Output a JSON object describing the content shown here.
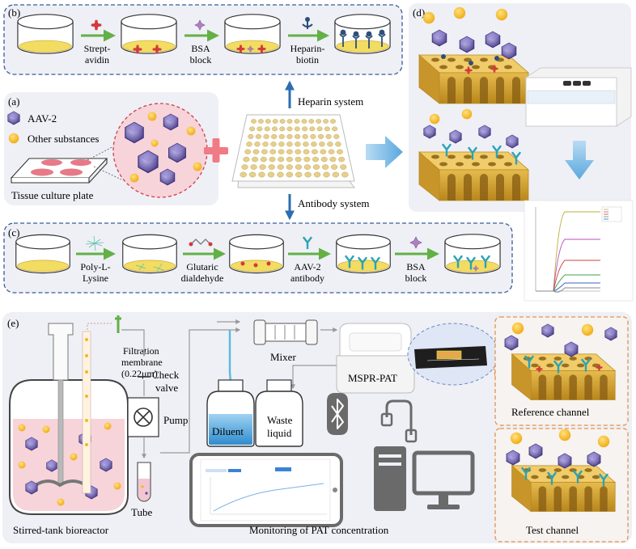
{
  "panels": {
    "a": {
      "label": "(a)",
      "legend_aav": "AAV-2",
      "legend_other": "Other substances",
      "plate_caption": "Tissue culture plate"
    },
    "b": {
      "label": "(b)",
      "steps": [
        {
          "line1": "Strept-",
          "line2": "avidin"
        },
        {
          "line1": "BSA",
          "line2": "block"
        },
        {
          "line1": "Heparin-",
          "line2": "biotin"
        }
      ]
    },
    "c": {
      "label": "(c)",
      "steps": [
        {
          "line1": "Poly-L-",
          "line2": "Lysine"
        },
        {
          "line1": "Glutaric",
          "line2": "dialdehyde"
        },
        {
          "line1": "AAV-2",
          "line2": "antibody"
        },
        {
          "line1": "BSA",
          "line2": "block"
        }
      ]
    },
    "center": {
      "heparin_system": "Heparin system",
      "antibody_system": "Antibody system"
    },
    "d": {
      "label": "(d)"
    },
    "e": {
      "label": "(e)",
      "filtration_line1": "Filtration",
      "filtration_line2": "membrane",
      "filtration_line3": "(0.22μm)",
      "check_line1": "Check",
      "check_line2": "valve",
      "pump": "Pump",
      "tube": "Tube",
      "bioreactor": "Stirred-tank bioreactor",
      "mixer": "Mixer",
      "diluent": "Diluent",
      "waste_line1": "Waste",
      "waste_line2": "liquid",
      "mspr": "MSPR-PAT",
      "monitoring": "Monitoring of PAT concentration",
      "reference_channel": "Reference channel",
      "test_channel": "Test channel"
    }
  },
  "colors": {
    "panel_bg": "#eef0f6",
    "dash_blue": "#3a5b9a",
    "dash_orange": "#e8914a",
    "gold": "#d9a524",
    "green_arrow": "#63b046",
    "blue_arrow": "#2d6db2",
    "virus": "#5a4a9e",
    "dot": "#f4b81c",
    "diluent": "#4fa6dd"
  }
}
